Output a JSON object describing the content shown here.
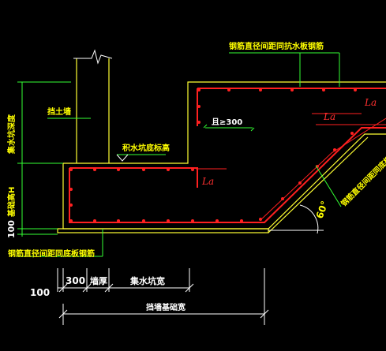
{
  "labels": {
    "top_rebar": "钢筋直径间距同抗水板钢筋",
    "retaining_wall": "挡土墙",
    "pit_bottom_elev": "积水坑底标高",
    "slope_rebar": "钢筋直径间距同底板钢筋",
    "bottom_rebar": "钢筋直径间距同底板钢筋",
    "left_dim_upper": "集水坑深度",
    "left_dim_lower": "基础高H",
    "left_dim_100": "100",
    "ge300": "且≥300",
    "la_1": "La",
    "la_2": "La",
    "la_3": "La",
    "angle": "60°",
    "dim_100": "100",
    "dim_300": "300",
    "dim_wall": "墙厚",
    "dim_pit": "集水坑宽",
    "dim_total": "挡墙基础宽"
  },
  "colors": {
    "background": "#000000",
    "concrete": "#ffff33",
    "rebar": "#ff2020",
    "leader": "#33ff33",
    "dimension": "#ffffff",
    "text": "#ffff00"
  }
}
